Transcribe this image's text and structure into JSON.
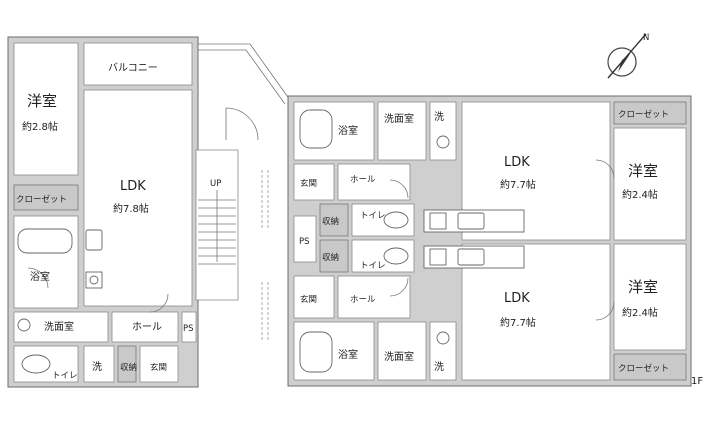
{
  "floor_label": "1F",
  "compass_letter": "N",
  "stair_label": "UP",
  "left_unit": {
    "balcony": "バルコニー",
    "western_room": "洋室",
    "western_area": "約2.8帖",
    "ldk": "LDK",
    "ldk_area": "約7.8帖",
    "closet": "クローゼット",
    "bath": "浴室",
    "washroom": "洗面室",
    "hall": "ホール",
    "ps": "PS",
    "toilet": "トイレ",
    "wash": "洗",
    "storage": "収納",
    "entrance": "玄関"
  },
  "unit_a": {
    "bath": "浴室",
    "washroom": "洗面室",
    "wash": "洗",
    "ldk": "LDK",
    "ldk_area": "約7.7帖",
    "closet": "クローゼット",
    "western_room": "洋室",
    "western_area": "約2.4帖",
    "entrance": "玄関",
    "hall": "ホール",
    "storage": "収納",
    "toilet": "トイレ"
  },
  "shared_ps": "PS",
  "unit_b": {
    "storage": "収納",
    "toilet": "トイレ",
    "entrance": "玄関",
    "hall": "ホール",
    "ldk": "LDK",
    "ldk_area": "約7.7帖",
    "western_room": "洋室",
    "western_area": "約2.4帖",
    "bath": "浴室",
    "washroom": "洗面室",
    "wash": "洗",
    "closet": "クローゼット"
  }
}
